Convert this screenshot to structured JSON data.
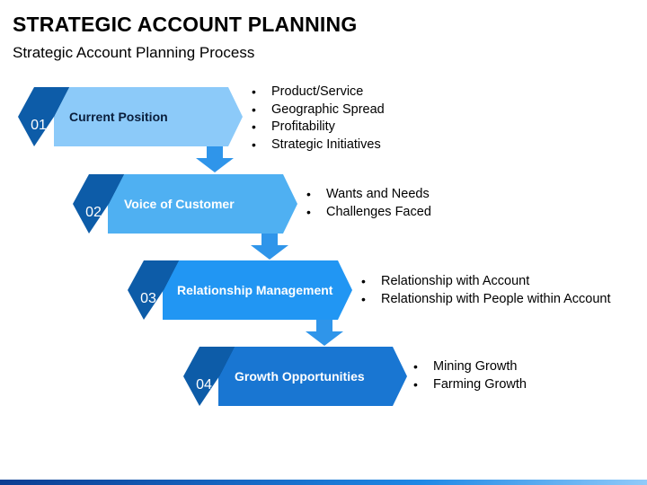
{
  "title": "STRATEGIC ACCOUNT PLANNING",
  "subtitle": "Strategic Account Planning Process",
  "steps": [
    {
      "number": "01",
      "label": "Current Position",
      "fill": "#8ccaf9",
      "text_color": "#0a1e3c",
      "bullets": [
        "Product/Service",
        "Geographic Spread",
        "Profitability",
        "Strategic Initiatives"
      ]
    },
    {
      "number": "02",
      "label": "Voice of Customer",
      "fill": "#4fb0f2",
      "text_color": "#ffffff",
      "bullets": [
        "Wants and Needs",
        "Challenges Faced"
      ]
    },
    {
      "number": "03",
      "label": "Relationship Management",
      "fill": "#2196f3",
      "text_color": "#ffffff",
      "bullets": [
        "Relationship with Account",
        "Relationship with People within Account"
      ]
    },
    {
      "number": "04",
      "label": "Growth Opportunities",
      "fill": "#1976d2",
      "text_color": "#ffffff",
      "bullets": [
        "Mining Growth",
        "Farming Growth"
      ]
    }
  ],
  "colors": {
    "hexagon": "#0d5ca8",
    "hexagon_shadow": "#0a3a70",
    "connector_arrow": "#2f95ea"
  }
}
